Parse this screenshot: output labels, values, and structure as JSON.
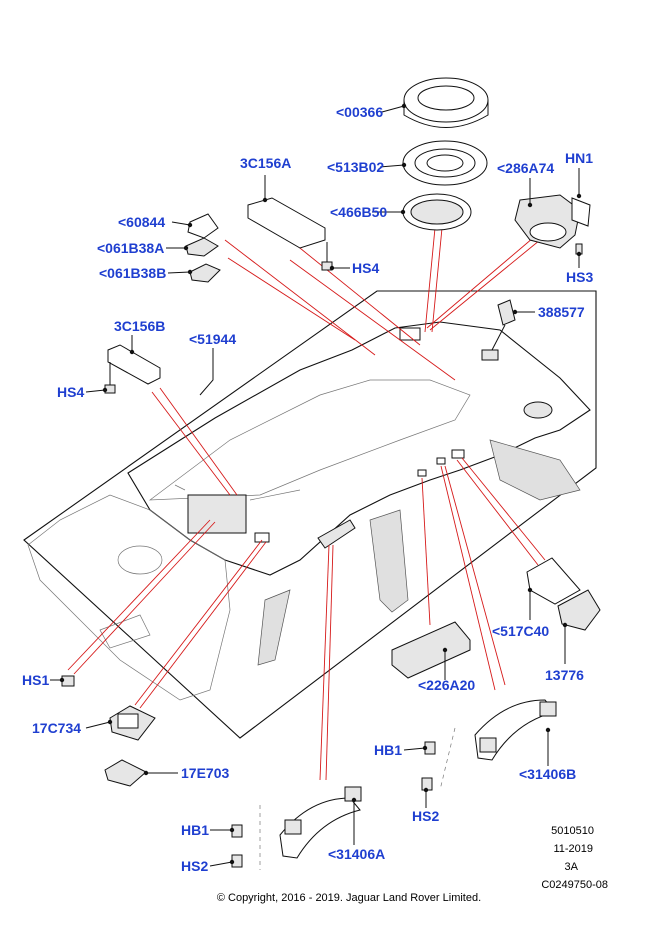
{
  "diagram": {
    "callouts": {
      "c00366": "<00366",
      "c513B02": "<513B02",
      "c466B50": "<466B50",
      "c3C156A": "3C156A",
      "c286A74": "<286A74",
      "cHN1": "HN1",
      "c60844": "<60844",
      "c061B38A": "<061B38A",
      "c061B38B": "<061B38B",
      "cHS4_top": "HS4",
      "cHS3": "HS3",
      "c388577": "388577",
      "c3C156B": "3C156B",
      "c51944": "<51944",
      "cHS4_left": "HS4",
      "cHS1": "HS1",
      "c17C734": "17C734",
      "c17E703": "17E703",
      "c517C40": "<517C40",
      "c13776": "13776",
      "c226A20": "<226A20",
      "cHB1_right": "HB1",
      "c31406B": "<31406B",
      "cHS2_right": "HS2",
      "cHB1_left": "HB1",
      "cHS2_left": "HS2",
      "c31406A": "<31406A"
    },
    "meta": {
      "line1": "5010510",
      "line2": "11-2019",
      "line3": "3A",
      "line4": "C0249750-08"
    },
    "copyright": "© Copyright, 2016 - 2019. Jaguar Land Rover Limited."
  },
  "colors": {
    "label": "#1f3fd0",
    "leader_red": "#d61a1a"
  }
}
